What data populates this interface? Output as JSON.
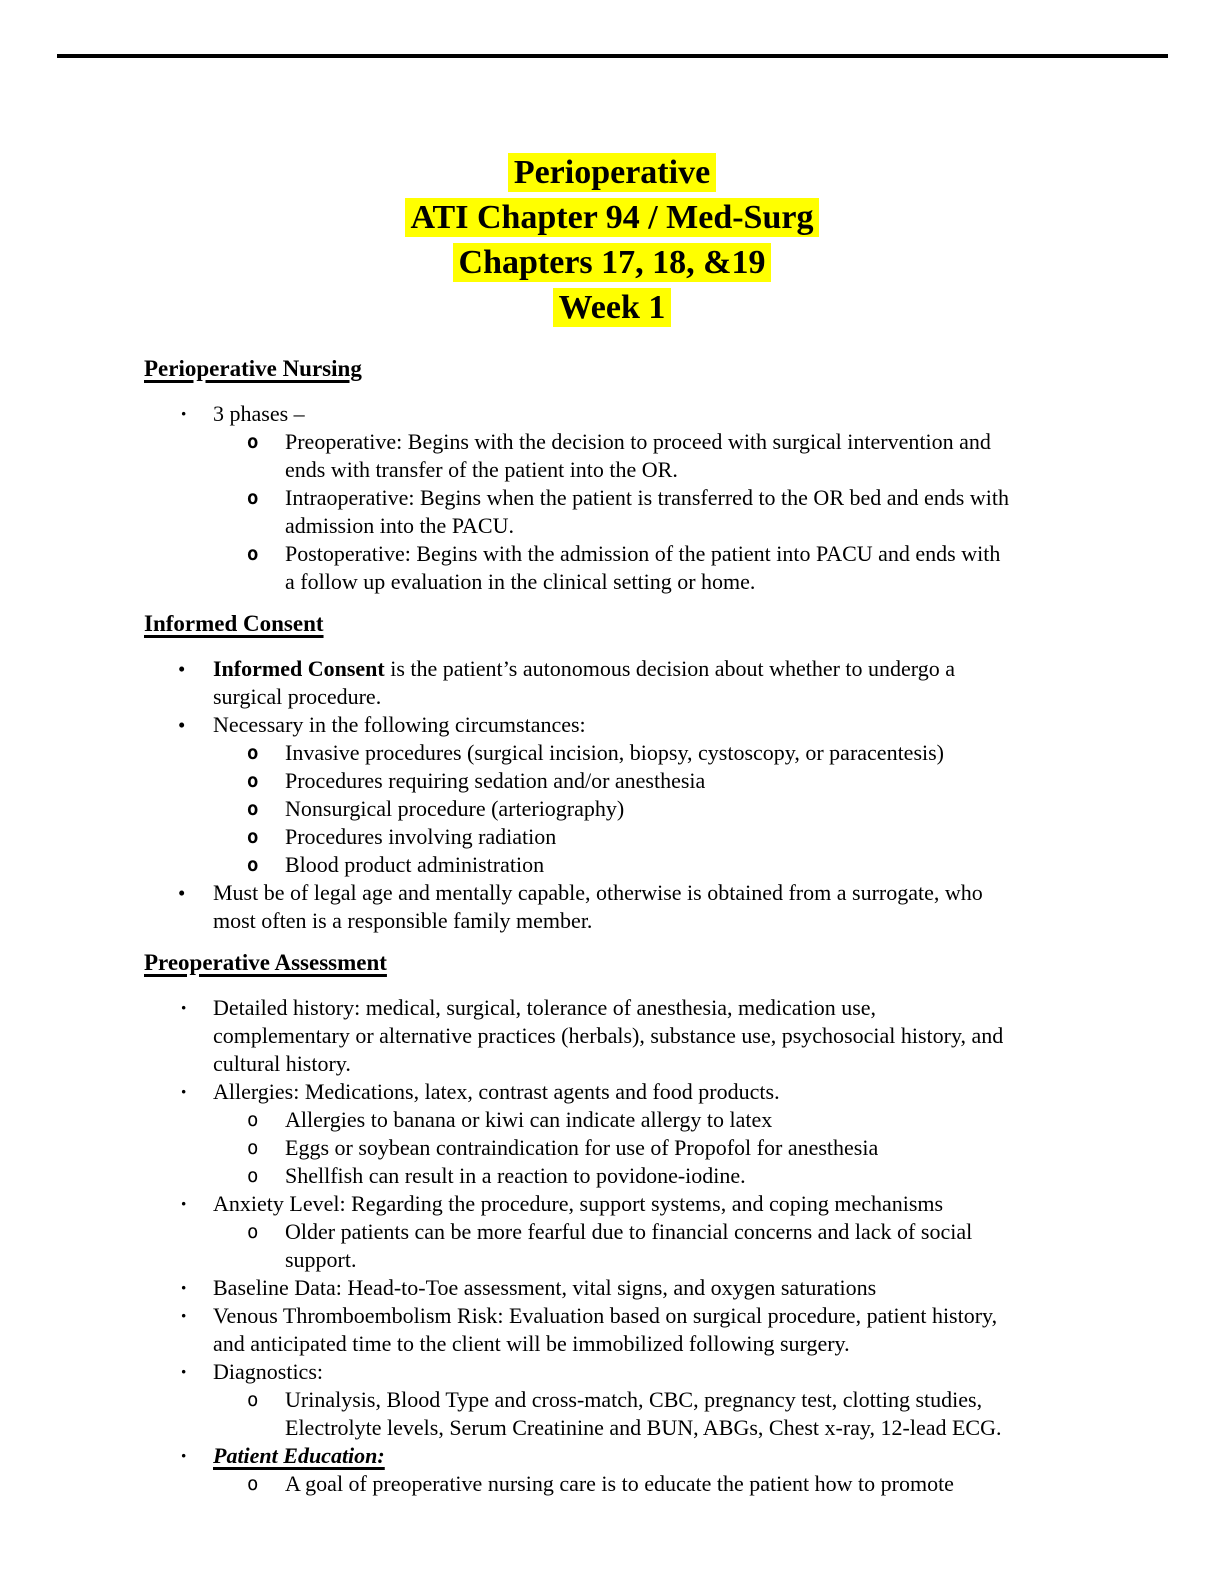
{
  "title": {
    "highlight_color": "#ffff00",
    "lines": [
      "Perioperative",
      "ATI Chapter 94 / Med-Surg",
      "Chapters 17, 18, &19",
      "Week 1"
    ]
  },
  "bullet_glyphs": {
    "dot": "·",
    "disc": "•",
    "o": "o"
  },
  "sections": [
    {
      "heading": "Perioperative Nursing",
      "items": [
        {
          "indent": 1,
          "bullet": "dot",
          "lines": [
            [
              {
                "text": "3 phases –"
              }
            ]
          ]
        },
        {
          "indent": 2,
          "bullet": "o",
          "bullet_bold": true,
          "lines": [
            [
              {
                "text": "Preoperative: Begins with the decision to proceed with surgical intervention and"
              }
            ],
            [
              {
                "text": "ends with transfer of the patient into the OR."
              }
            ]
          ]
        },
        {
          "indent": 2,
          "bullet": "o",
          "bullet_bold": true,
          "lines": [
            [
              {
                "text": "Intraoperative: Begins when the patient is transferred to the OR bed and ends with"
              }
            ],
            [
              {
                "text": "admission into the PACU."
              }
            ]
          ]
        },
        {
          "indent": 2,
          "bullet": "o",
          "bullet_bold": true,
          "lines": [
            [
              {
                "text": "Postoperative: Begins with the admission of the patient into PACU and ends with"
              }
            ],
            [
              {
                "text": "a follow up evaluation in the clinical setting or home."
              }
            ]
          ]
        }
      ]
    },
    {
      "heading": "Informed Consent",
      "items": [
        {
          "indent": 1,
          "bullet": "disc",
          "lines": [
            [
              {
                "text": "Informed Consent",
                "bold": true
              },
              {
                "text": " is the patient’s autonomous decision about whether to undergo a"
              }
            ],
            [
              {
                "text": "surgical procedure."
              }
            ]
          ]
        },
        {
          "indent": 1,
          "bullet": "disc",
          "lines": [
            [
              {
                "text": "Necessary in the following circumstances:"
              }
            ]
          ]
        },
        {
          "indent": 2,
          "bullet": "o",
          "bullet_bold": true,
          "lines": [
            [
              {
                "text": "Invasive procedures (surgical incision, biopsy, cystoscopy, or paracentesis)"
              }
            ]
          ]
        },
        {
          "indent": 2,
          "bullet": "o",
          "bullet_bold": true,
          "lines": [
            [
              {
                "text": "Procedures requiring sedation and/or anesthesia"
              }
            ]
          ]
        },
        {
          "indent": 2,
          "bullet": "o",
          "bullet_bold": true,
          "lines": [
            [
              {
                "text": "Nonsurgical procedure (arteriography)"
              }
            ]
          ]
        },
        {
          "indent": 2,
          "bullet": "o",
          "bullet_bold": true,
          "lines": [
            [
              {
                "text": "Procedures involving radiation"
              }
            ]
          ]
        },
        {
          "indent": 2,
          "bullet": "o",
          "bullet_bold": true,
          "lines": [
            [
              {
                "text": "Blood product administration"
              }
            ]
          ]
        },
        {
          "indent": 1,
          "bullet": "disc",
          "lines": [
            [
              {
                "text": "Must be of legal age and mentally capable, otherwise is obtained from a surrogate, who"
              }
            ],
            [
              {
                "text": "most often is a responsible family member."
              }
            ]
          ]
        }
      ]
    },
    {
      "heading": "Preoperative Assessment",
      "items": [
        {
          "indent": 1,
          "bullet": "dot",
          "lines": [
            [
              {
                "text": "Detailed history: medical, surgical, tolerance of anesthesia, medication use,"
              }
            ],
            [
              {
                "text": "complementary or alternative practices (herbals), substance use, psychosocial history, and"
              }
            ],
            [
              {
                "text": "cultural history."
              }
            ]
          ]
        },
        {
          "indent": 1,
          "bullet": "dot",
          "lines": [
            [
              {
                "text": "Allergies: Medications, latex, contrast agents and food products."
              }
            ]
          ]
        },
        {
          "indent": 2,
          "bullet": "o",
          "lines": [
            [
              {
                "text": "Allergies to banana or kiwi can indicate allergy to latex"
              }
            ]
          ]
        },
        {
          "indent": 2,
          "bullet": "o",
          "lines": [
            [
              {
                "text": "Eggs or soybean contraindication for use of Propofol for anesthesia"
              }
            ]
          ]
        },
        {
          "indent": 2,
          "bullet": "o",
          "lines": [
            [
              {
                "text": "Shellfish can result in a reaction to povidone-iodine."
              }
            ]
          ]
        },
        {
          "indent": 1,
          "bullet": "dot",
          "lines": [
            [
              {
                "text": "Anxiety Level: Regarding the procedure, support systems, and coping mechanisms"
              }
            ]
          ]
        },
        {
          "indent": 2,
          "bullet": "o",
          "lines": [
            [
              {
                "text": "Older patients can be more fearful due to financial concerns and lack of social"
              }
            ],
            [
              {
                "text": "support."
              }
            ]
          ]
        },
        {
          "indent": 1,
          "bullet": "dot",
          "lines": [
            [
              {
                "text": "Baseline Data: Head-to-Toe assessment, vital signs, and oxygen saturations"
              }
            ]
          ]
        },
        {
          "indent": 1,
          "bullet": "dot",
          "lines": [
            [
              {
                "text": "Venous Thromboembolism Risk: Evaluation based on surgical procedure, patient history,"
              }
            ],
            [
              {
                "text": "and anticipated time to the client will be immobilized following surgery."
              }
            ]
          ]
        },
        {
          "indent": 1,
          "bullet": "dot",
          "lines": [
            [
              {
                "text": "Diagnostics:"
              }
            ]
          ]
        },
        {
          "indent": 2,
          "bullet": "o",
          "lines": [
            [
              {
                "text": "Urinalysis, Blood Type and cross-match, CBC, pregnancy test, clotting studies,"
              }
            ],
            [
              {
                "text": "Electrolyte levels, Serum Creatinine and BUN, ABGs, Chest x-ray, 12-lead ECG."
              }
            ]
          ]
        },
        {
          "indent": 1,
          "bullet": "dot",
          "lines": [
            [
              {
                "text": "Patient Education:",
                "bold": true,
                "italic": true,
                "underline": true
              }
            ]
          ]
        },
        {
          "indent": 2,
          "bullet": "o",
          "lines": [
            [
              {
                "text": "A goal of preoperative nursing care is to educate the patient how to promote"
              }
            ]
          ]
        }
      ]
    }
  ]
}
